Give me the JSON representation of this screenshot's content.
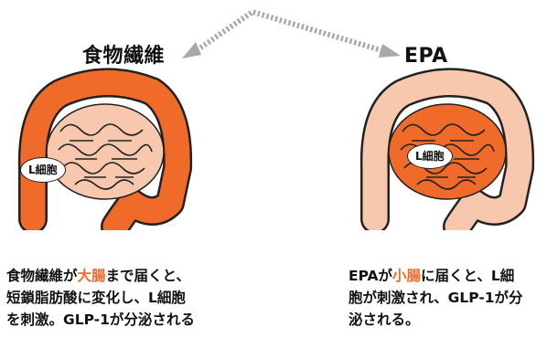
{
  "left_panel": {
    "title": "食物繊維",
    "cell_label": "L細胞",
    "description": {
      "before": "食物繊維が",
      "highlight": "大腸",
      "after": "まで届くと、",
      "line2": "短鎖脂肪酸に変化し、L細胞",
      "line3": "を刺激。GLP-1が分泌される"
    }
  },
  "right_panel": {
    "title": "EPA",
    "cell_label": "L細胞",
    "description": {
      "before": "EPAが",
      "highlight": "小腸",
      "after": "に届くと、L細",
      "line2": "胞が刺激され、GLP-1が分",
      "line3": "泌される。"
    }
  },
  "colors": {
    "highlight_orange": "#f06a2a",
    "pale_intestine": "#f7c8ae",
    "arrow_gray": "#a9a9a9"
  }
}
